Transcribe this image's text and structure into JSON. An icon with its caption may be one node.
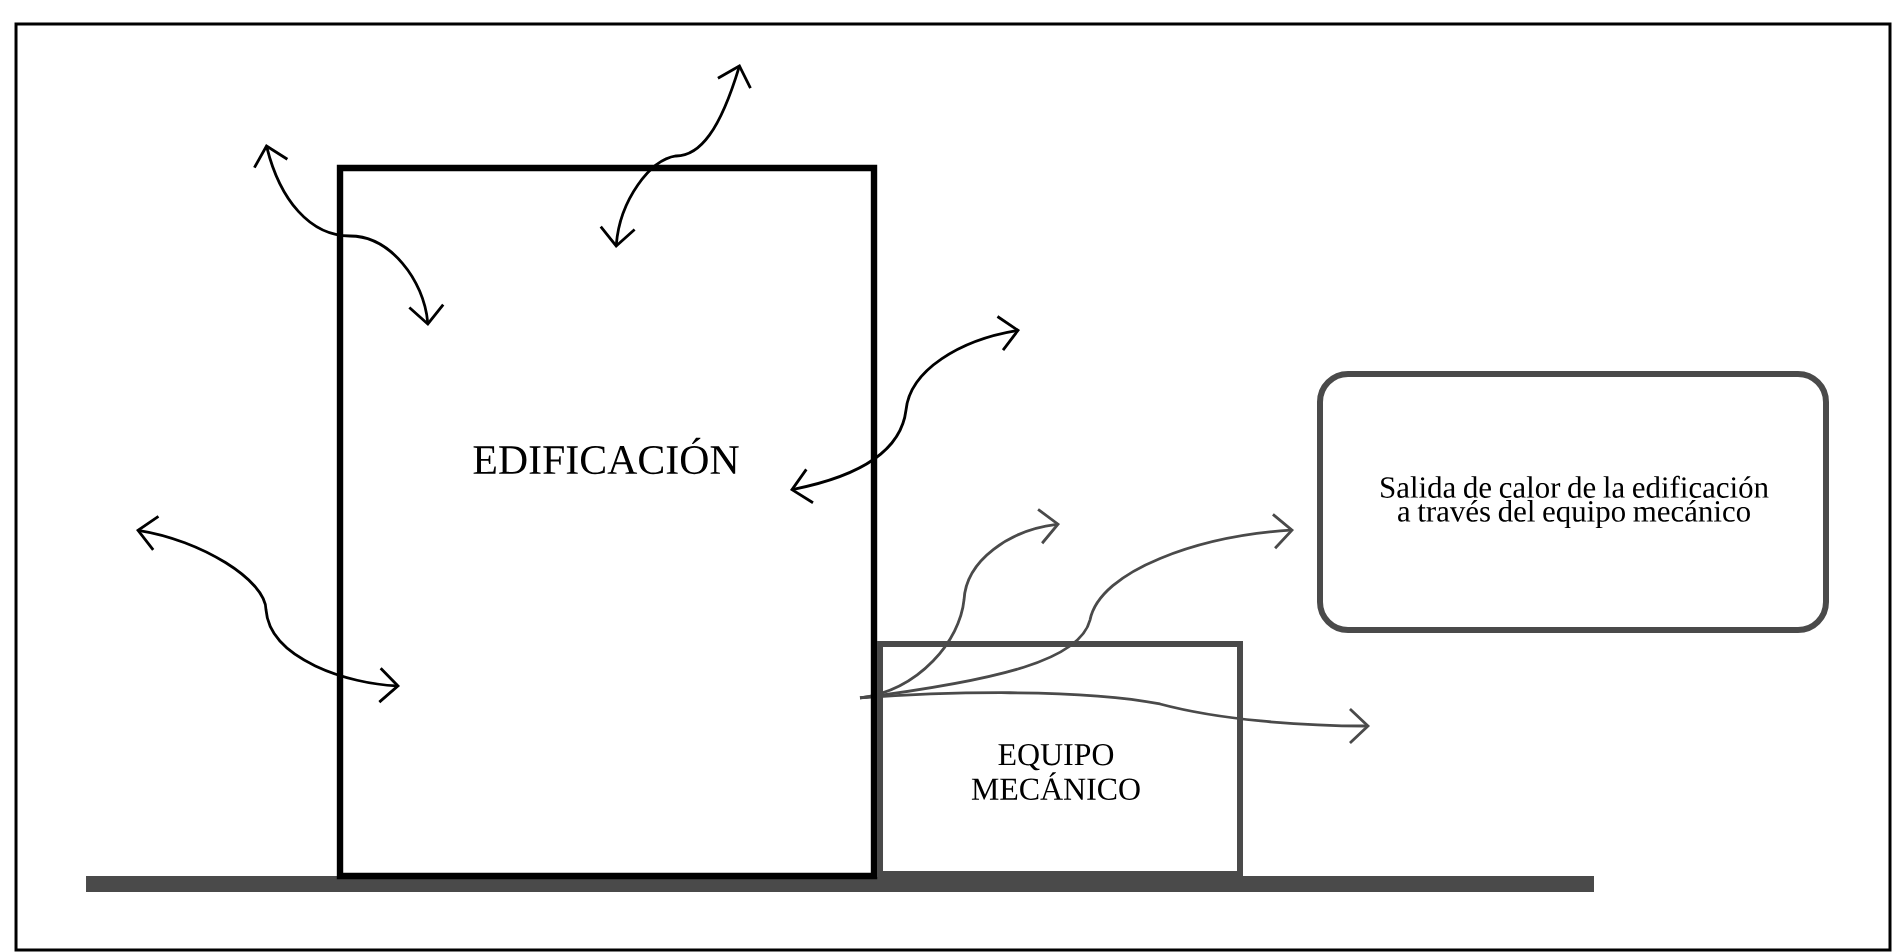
{
  "diagram": {
    "nodes": [
      {
        "text": [
          "EDIFICACIÓN"
        ]
      },
      {
        "text": [
          "EQUIPO MECÁNICO"
        ]
      },
      {
        "text": [
          "Salida de calor de la edificación a través del equipo mecánico"
        ]
      }
    ]
  }
}
